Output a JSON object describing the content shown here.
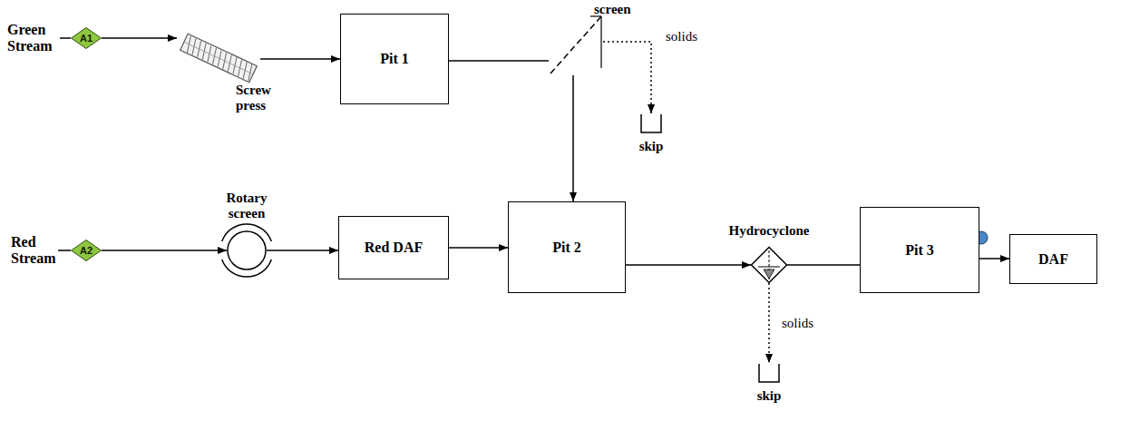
{
  "diagram": {
    "nodes": [
      {
        "text": [
          "A1"
        ]
      },
      {
        "text": [
          "Screw press"
        ]
      },
      {
        "text": [
          "Pit 1"
        ]
      },
      {
        "text": [
          "screen"
        ]
      },
      {
        "text": [
          "skip"
        ]
      },
      {
        "text": [
          "A2"
        ]
      },
      {
        "text": [
          "Rotary screen"
        ]
      },
      {
        "text": [
          "Red DAF"
        ]
      },
      {
        "text": [
          "Pit 2"
        ]
      },
      {
        "text": [
          "Hydrocyclone"
        ]
      },
      {
        "text": [
          "skip"
        ]
      },
      {
        "text": [
          "Pit 3"
        ]
      },
      {
        "text": [
          "DAF"
        ]
      }
    ],
    "edges": [
      {
        "from": 0,
        "to": 1,
        "arrow": "to"
      },
      {
        "from": 1,
        "to": 2,
        "arrow": "to"
      },
      {
        "from": 2,
        "to": 3,
        "arrow": "none"
      },
      {
        "from": 3,
        "to": 4,
        "label": "solids",
        "arrow": "to"
      },
      {
        "from": 3,
        "to": 8,
        "arrow": "to"
      },
      {
        "from": 5,
        "to": 6,
        "arrow": "to"
      },
      {
        "from": 6,
        "to": 7,
        "arrow": "to"
      },
      {
        "from": 7,
        "to": 8,
        "arrow": "to"
      },
      {
        "from": 8,
        "to": 9,
        "arrow": "to"
      },
      {
        "from": 9,
        "to": 10,
        "label": "solids",
        "arrow": "to"
      },
      {
        "from": 9,
        "to": 11,
        "arrow": "none"
      },
      {
        "from": 11,
        "to": 12,
        "arrow": "to"
      }
    ],
    "labels": [
      "Green Stream",
      "Red Stream"
    ]
  }
}
